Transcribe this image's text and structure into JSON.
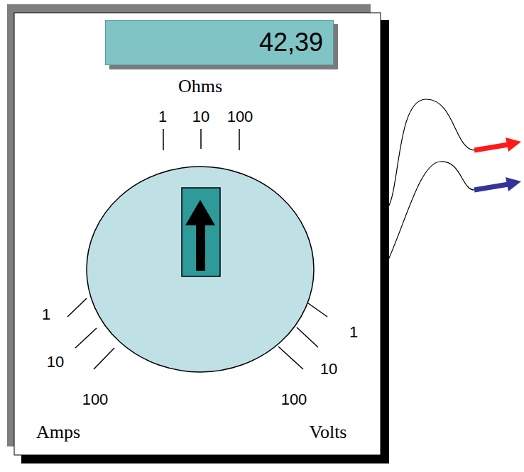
{
  "diagram": {
    "nodes": [
      {
        "text": [
          "42,39"
        ]
      }
    ],
    "labels": [
      "Ohms",
      "1",
      "10",
      "100",
      "1",
      "10",
      "100",
      "Amps",
      "1",
      "10",
      "100",
      "Volts"
    ]
  }
}
